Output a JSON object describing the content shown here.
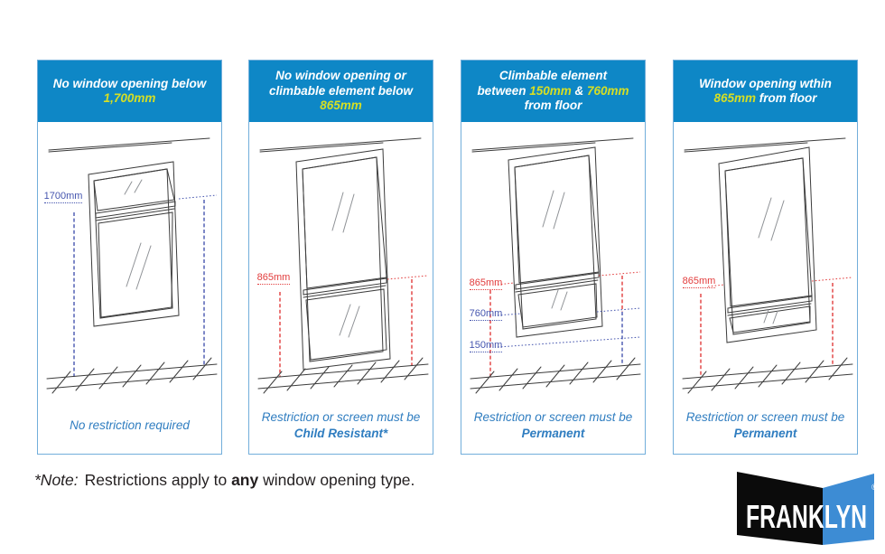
{
  "colors": {
    "header_blue": "#0e87c6",
    "highlight_yellow": "#d7df23",
    "caption_blue": "#2f7dc0",
    "border_blue": "#72aedb",
    "measure_red": "#e23d3d",
    "measure_blue": "#4656af",
    "note_dark": "#231f20",
    "logo_blue": "#3d8cd4",
    "logo_black": "#0b0b0b"
  },
  "panels": [
    {
      "header": [
        {
          "text": "No window opening below "
        },
        {
          "text": "1,700mm",
          "highlight": true
        }
      ],
      "labels": [
        "1700mm"
      ],
      "caption": {
        "pre": "No restriction required",
        "bold": ""
      }
    },
    {
      "header": [
        {
          "text": "No window opening or climbable element below "
        },
        {
          "text": "865mm",
          "highlight": true
        }
      ],
      "labels": [
        "865mm"
      ],
      "caption": {
        "pre": "Restriction or screen must be ",
        "bold": "Child Resistant*"
      }
    },
    {
      "header": [
        {
          "text": "Climbable element between "
        },
        {
          "text": "150mm",
          "highlight": true
        },
        {
          "text": " & "
        },
        {
          "text": "760mm",
          "highlight": true
        },
        {
          "text": " from floor"
        }
      ],
      "labels": [
        "865mm",
        "760mm",
        "150mm"
      ],
      "caption": {
        "pre": "Restriction or screen must be ",
        "bold": "Permanent"
      }
    },
    {
      "header": [
        {
          "text": "Window opening wthin "
        },
        {
          "text": "865mm",
          "highlight": true
        },
        {
          "text": " from floor"
        }
      ],
      "labels": [
        "865mm"
      ],
      "caption": {
        "pre": "Restriction or screen must be ",
        "bold": "Permanent"
      }
    }
  ],
  "note": {
    "prefix": "*Note:",
    "mid": "Restrictions apply to ",
    "bold": "any",
    "end": " window opening type."
  },
  "logo": {
    "text": "FRANKLYN",
    "registered": "®"
  }
}
